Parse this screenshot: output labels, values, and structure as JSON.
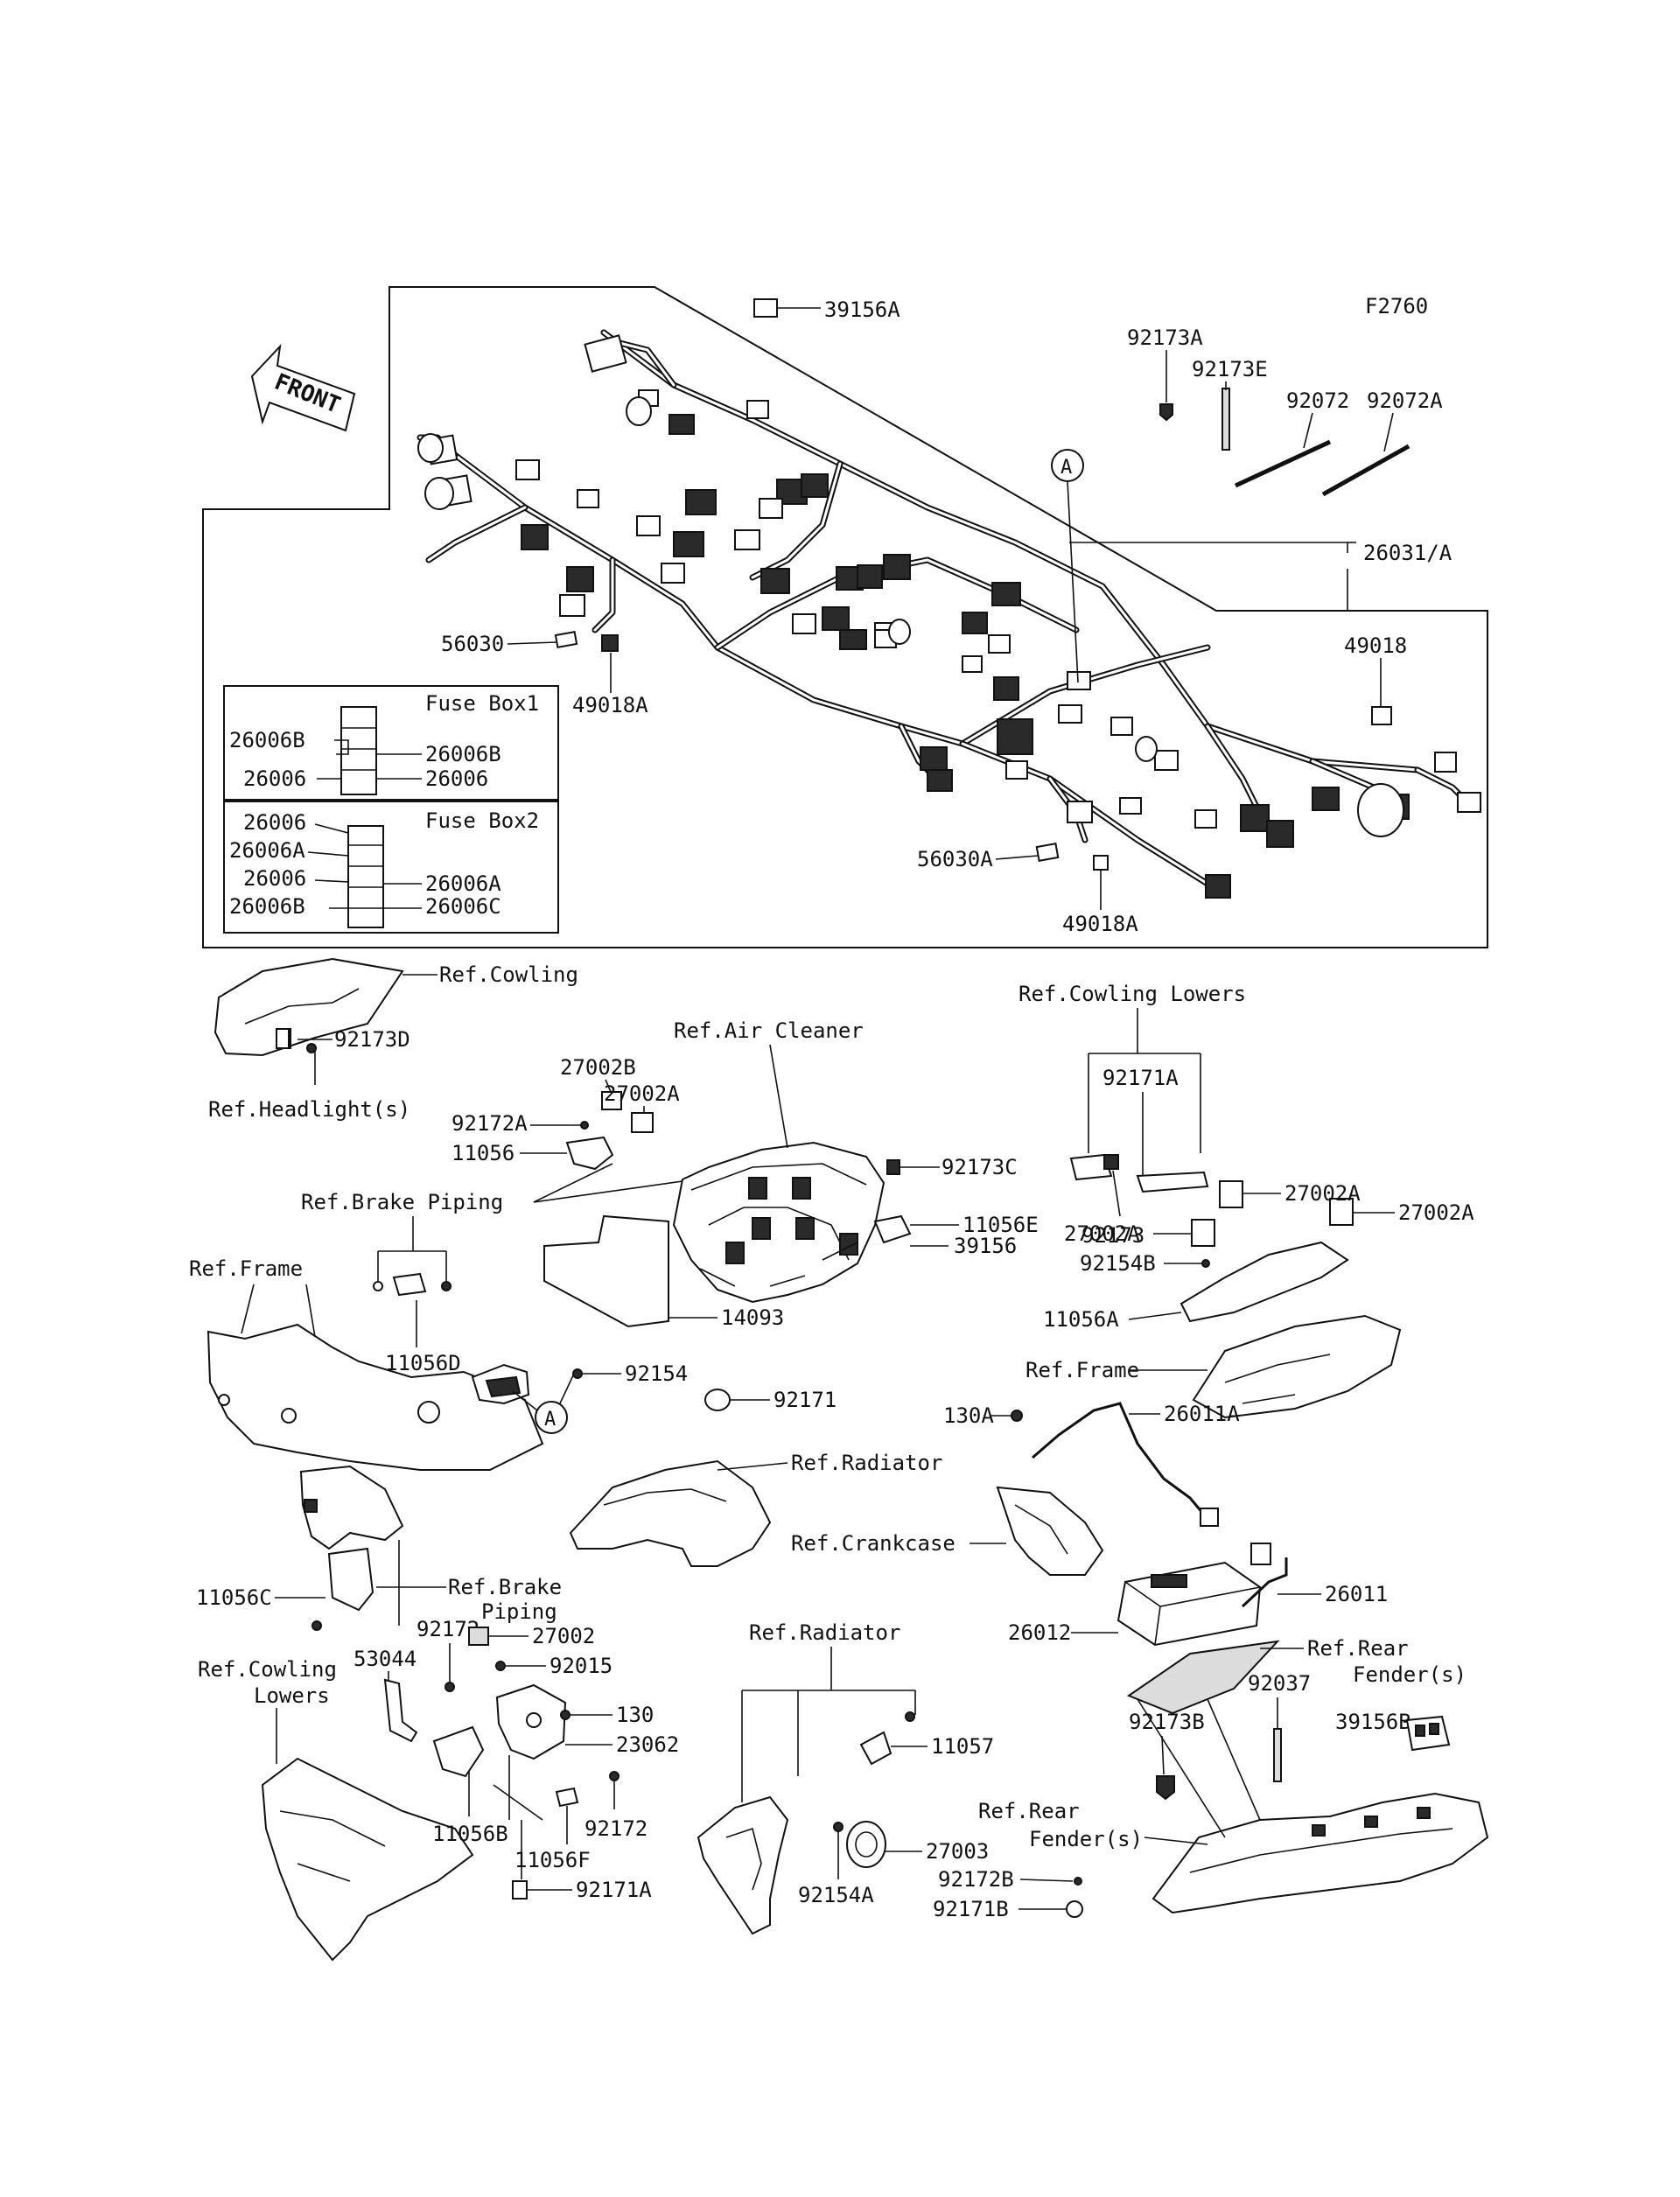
{
  "figure_code": "F2760",
  "front_label": "FRONT",
  "circle_ref": "A",
  "fuse_box_1": {
    "title": "Fuse Box1",
    "labels": [
      "26006B",
      "26006B",
      "26006",
      "26006"
    ]
  },
  "fuse_box_2": {
    "title": "Fuse Box2",
    "labels": [
      "26006",
      "26006A",
      "26006",
      "26006A",
      "26006B",
      "26006C"
    ]
  },
  "part_labels": {
    "p39156A": "39156A",
    "p92173A": "92173A",
    "p92173E": "92173E",
    "p92072": "92072",
    "p92072A": "92072A",
    "p26031A": "26031/A",
    "p49018": "49018",
    "p56030": "56030",
    "p49018A": "49018A",
    "p56030A": "56030A",
    "p49018A_2": "49018A",
    "p92173D": "92173D",
    "p27002B": "27002B",
    "p27002A_1": "27002A",
    "p92172A": "92172A",
    "p11056": "11056",
    "p92173C": "92173C",
    "p11056E": "11056E",
    "p39156": "39156",
    "p14093": "14093",
    "p92171A_1": "92171A",
    "p92173": "92173",
    "p27002A_2": "27002A",
    "p27002A_3": "27002A",
    "p27002A_4": "27002A",
    "p92154B": "92154B",
    "p11056A": "11056A",
    "p11056D": "11056D",
    "p92154": "92154",
    "p92171": "92171",
    "p130A": "130A",
    "p26011A": "26011A",
    "p26011": "26011",
    "p26012": "26012",
    "p11056C": "11056C",
    "p92172_1": "92172",
    "p27002": "27002",
    "p53044": "53044",
    "p92015": "92015",
    "p130": "130",
    "p23062": "23062",
    "p92172_2": "92172",
    "p11056B": "11056B",
    "p11056F": "11056F",
    "p92171A_2": "92171A",
    "p11057": "11057",
    "p27003": "27003",
    "p92154A": "92154A",
    "p92037": "92037",
    "p92173B": "92173B",
    "p39156B": "39156B",
    "p92172B": "92172B",
    "p92171B": "92171B"
  },
  "references": {
    "cowling": "Ref.Cowling",
    "headlight": "Ref.Headlight(s)",
    "air_cleaner": "Ref.Air Cleaner",
    "brake_piping_1": "Ref.Brake Piping",
    "frame_1": "Ref.Frame",
    "cowling_lowers_1": "Ref.Cowling Lowers",
    "frame_2": "Ref.Frame",
    "radiator_1": "Ref.Radiator",
    "crankcase": "Ref.Crankcase",
    "brake_piping_2a": "Ref.Brake",
    "brake_piping_2b": "Piping",
    "cowling_lowers_2a": "Ref.Cowling",
    "cowling_lowers_2b": "Lowers",
    "radiator_2": "Ref.Radiator",
    "rear_fender_1a": "Ref.Rear",
    "rear_fender_1b": "Fender(s)",
    "rear_fender_2a": "Ref.Rear",
    "rear_fender_2b": "Fender(s)"
  }
}
